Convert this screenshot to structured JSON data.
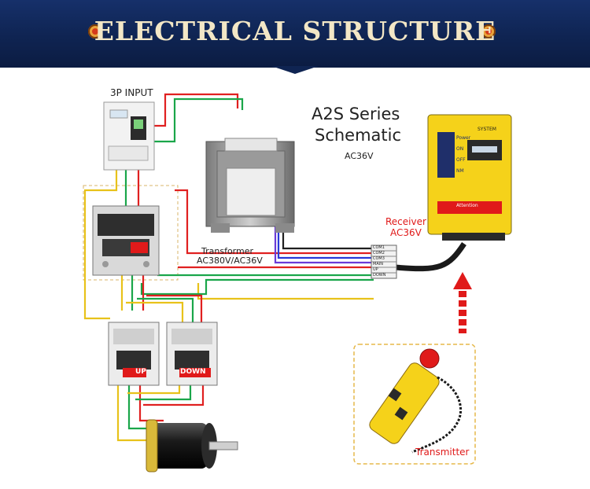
{
  "header": {
    "title": "ELECTRICAL STRUCTURE"
  },
  "labels": {
    "input": "3P INPUT",
    "series": "A2S Series",
    "schematic": "Schematic",
    "voltage": "AC36V",
    "transformer": "Transformer",
    "transformer_rating": "AC380V/AC36V",
    "receiver": "Receiver",
    "receiver_voltage": "AC36V",
    "transmitter": "Transmitter",
    "up": "UP",
    "down": "DOWN"
  },
  "receiver_panel": {
    "system": "SYSTEM",
    "rows": [
      "Power",
      "ON",
      "OFF",
      "NM"
    ],
    "attention": "Attention"
  },
  "terminals": [
    "COM1",
    "COM2",
    "COM3",
    "MAIN",
    "UP",
    "DOWN"
  ],
  "colors": {
    "banner": "#0f2452",
    "title": "#f3e7c6",
    "accent_red": "#e01a1a",
    "yellow": "#f5d21a",
    "wire_red": "#e02020",
    "wire_green": "#1aa64a",
    "wire_yellow": "#e8c21a",
    "wire_blue": "#2a3ad8"
  }
}
